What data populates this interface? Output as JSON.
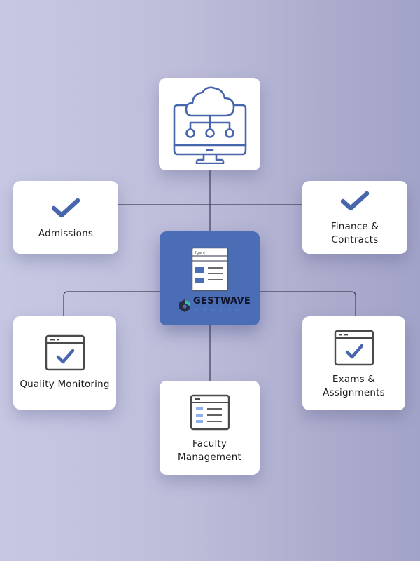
{
  "diagram": {
    "center": {
      "logo": {
        "name": "GESTWAVE",
        "subtitle": "edupro",
        "mark_color": "#2fc4a8"
      },
      "icon": "document-form-icon",
      "doc_header_text": "fgwnj"
    },
    "top": {
      "icon": "cloud-network-monitor-icon"
    },
    "nodes": [
      {
        "id": "admissions",
        "lines": [
          "Admissions"
        ],
        "icon": "checkmark-icon"
      },
      {
        "id": "finance",
        "lines": [
          "Finance &",
          "Contracts"
        ],
        "icon": "checkmark-icon"
      },
      {
        "id": "quality",
        "lines": [
          "Quality Monitoring"
        ],
        "icon": "window-check-icon"
      },
      {
        "id": "exams",
        "lines": [
          "Exams &",
          "Assignments"
        ],
        "icon": "window-check-icon"
      },
      {
        "id": "faculty",
        "lines": [
          "Faculty",
          "Management"
        ],
        "icon": "window-list-icon"
      }
    ]
  },
  "colors": {
    "accent": "#4a6db5",
    "icon_blue": "#4866ad",
    "icon_gray": "#4a4a4a",
    "connector": "#3c3f55",
    "list_blue": "#8fb0ea"
  }
}
